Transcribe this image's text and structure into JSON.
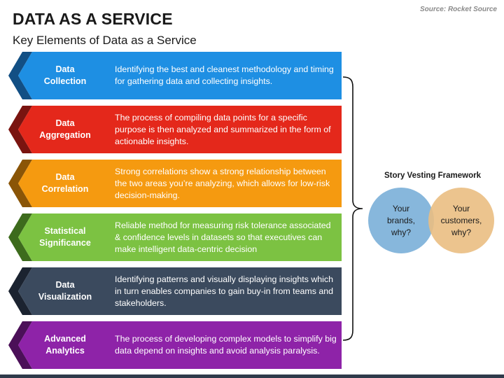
{
  "header": {
    "title": "DATA AS A SERVICE",
    "subtitle": "Key Elements of Data as a Service",
    "source": "Source: Rocket Source"
  },
  "rows": [
    {
      "label": "Data\nCollection",
      "description": "Identifying the best and cleanest methodology and timing for gathering data and collecting insights.",
      "color": "#1e8fe3",
      "dark": "#124f84"
    },
    {
      "label": "Data\nAggregation",
      "description": "The process of compiling data points for a specific purpose is then analyzed and summarized in the form of actionable insights.",
      "color": "#e4281b",
      "dark": "#7a1410"
    },
    {
      "label": "Data\nCorrelation",
      "description": "Strong correlations show a strong relationship between the two areas you’re analyzing, which allows for low-risk decision-making.",
      "color": "#f59a10",
      "dark": "#8a5507"
    },
    {
      "label": "Statistical\nSignificance",
      "description": "Reliable method for measuring risk tolerance associated & confidence levels in datasets so that executives can make intelligent data-centric decision",
      "color": "#7cc242",
      "dark": "#3d6b1d"
    },
    {
      "label": "Data\nVisualization",
      "description": "Identifying patterns and visually displaying insights which in turn enables companies to gain buy-in from teams and stakeholders.",
      "color": "#3b4a5e",
      "dark": "#1b2330"
    },
    {
      "label": "Advanced\nAnalytics",
      "description": "The process of developing complex models to simplify big data depend on insights and avoid analysis paralysis.",
      "color": "#8e23a8",
      "dark": "#4b1058"
    }
  ],
  "framework": {
    "title": "Story Vesting Framework",
    "left_circle": "Your\nbrands,\nwhy?",
    "right_circle": "Your\ncustomers,\nwhy?",
    "left_color": "#87b7dc",
    "right_color": "#eabe82"
  }
}
